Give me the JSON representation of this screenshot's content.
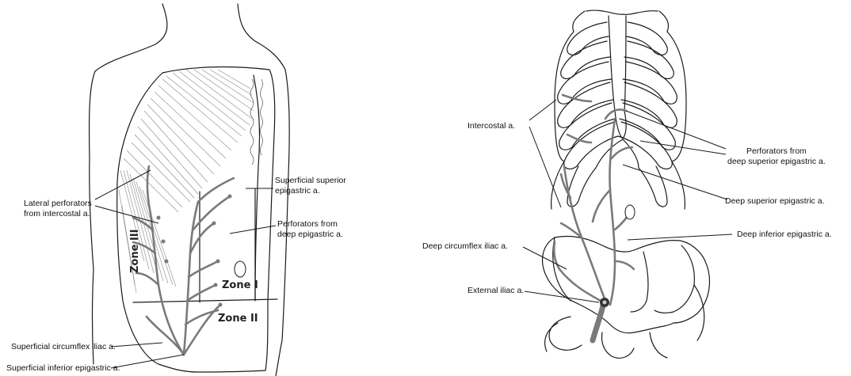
{
  "figure": {
    "left_panel": {
      "labels": {
        "superficial_superior": "Superficial superior\nepigastric a.",
        "lateral_perforators": "Lateral perforators\nfrom intercostal a.",
        "perforators_deep_epigastric": "Perforators from\ndeep epigastric a.",
        "superficial_circumflex": "Superficial circumflex iliac a.",
        "superficial_inferior": "Superficial inferior epigastric a."
      },
      "zones": {
        "zone_1": "Zone I",
        "zone_2": "Zone II",
        "zone_3": "Zone III"
      }
    },
    "right_panel": {
      "labels": {
        "intercostal": "Intercostal a.",
        "perforators_deep_superior": "Perforators from\ndeep superior epigastric a.",
        "deep_superior": "Deep superior epigastric a.",
        "deep_inferior": "Deep inferior epigastric a.",
        "deep_circumflex": "Deep circumflex iliac a.",
        "external_iliac": "External iliac a."
      }
    },
    "colors": {
      "line": "#1a1a1a",
      "vessel": "#7a7a7a",
      "background": "#ffffff"
    }
  }
}
